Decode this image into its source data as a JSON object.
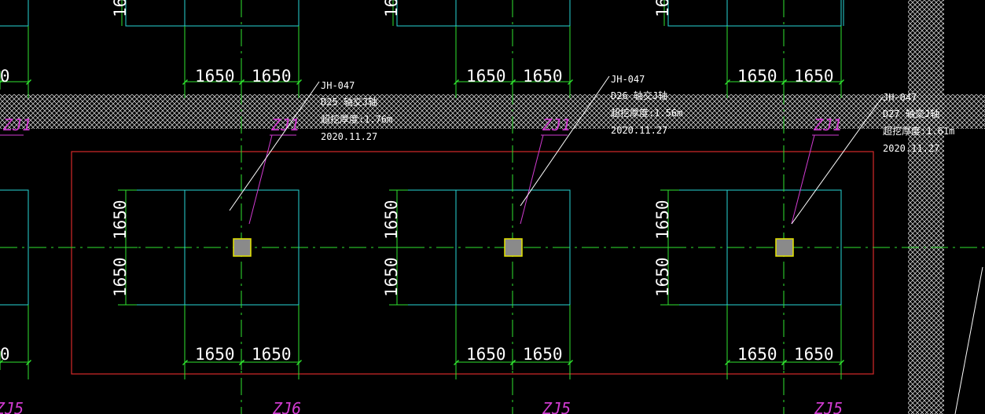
{
  "colors": {
    "background": "#000000",
    "cyan": "#29d6d6",
    "green": "#2fe32f",
    "magenta": "#d13bd1",
    "red": "#d42a2a",
    "white": "#ffffff",
    "column_fill": "#8a8a8a",
    "column_border": "#e6e600",
    "hatch": "#c8c8c8"
  },
  "dimension_value": "1650",
  "footings": [
    {
      "id": "footing-1",
      "tag": "ZJ1",
      "callout": [
        "JH-047",
        "D25 轴交J轴",
        "超挖厚度:1.76m",
        "2020.11.27"
      ]
    },
    {
      "id": "footing-2",
      "tag": "ZJ1",
      "callout": [
        "JH-047",
        "D26 轴交J轴",
        "超挖厚度:1.56m",
        "2020.11.27"
      ]
    },
    {
      "id": "footing-3",
      "tag": "ZJ1",
      "callout": [
        "JH-047",
        "D27 轴交J轴",
        "超挖厚度:1.61m",
        "2020.11.27"
      ]
    }
  ],
  "left_tag": "ZJ1",
  "bottom_tags": [
    "ZJ5",
    "ZJ6",
    "ZJ5",
    "ZJ5"
  ]
}
